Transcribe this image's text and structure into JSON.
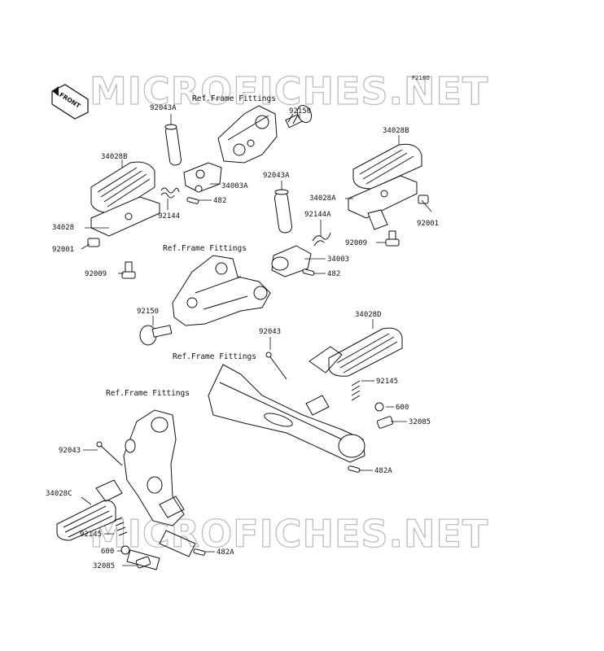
{
  "diagram": {
    "code": "F2160",
    "front_label": "FRONT",
    "watermarks": [
      "MICROFICHES.NET",
      "MICROFICHES.NET"
    ],
    "ref_labels": [
      "Ref.Frame Fittings",
      "Ref.Frame Fittings",
      "Ref.Frame Fittings",
      "Ref.Frame Fittings"
    ],
    "parts": [
      "92150",
      "92043A",
      "34028B",
      "34003A",
      "482",
      "92144",
      "34028",
      "92001",
      "92009",
      "92043A",
      "92144A",
      "34028B",
      "34028A",
      "92001",
      "92009",
      "34003",
      "482",
      "92150",
      "34028D",
      "92043",
      "92145",
      "600",
      "32085",
      "482A",
      "92043",
      "34028C",
      "92145",
      "600",
      "32085",
      "482A"
    ]
  }
}
